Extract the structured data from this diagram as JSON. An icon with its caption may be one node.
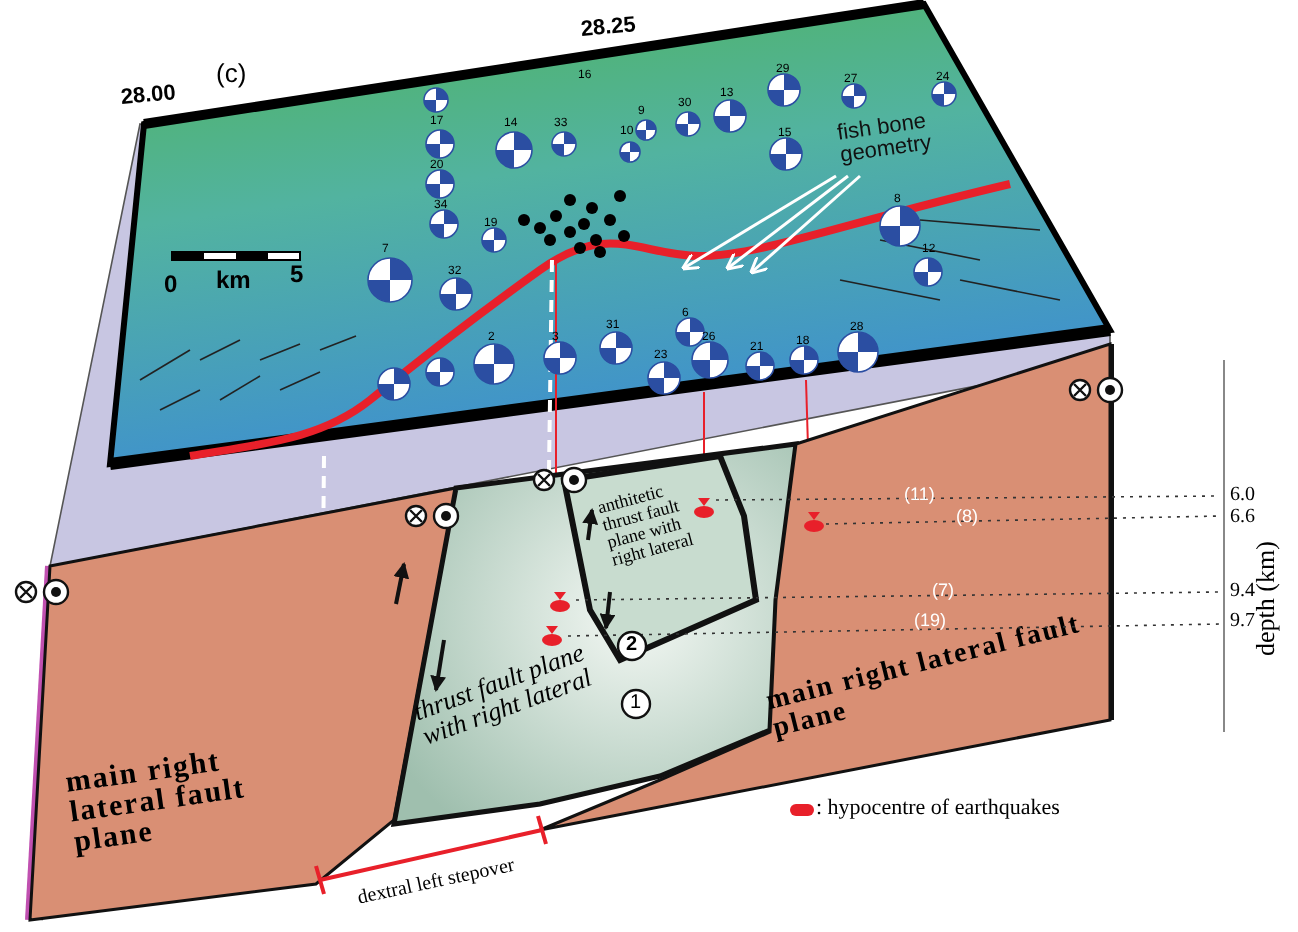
{
  "diagram": {
    "nodes": [
      {
        "text": [
          "main right lateral fault plane"
        ]
      },
      {
        "text": [
          "thrust fault plane with right lateral"
        ]
      },
      {
        "text": [
          "anthitetic thrust fault plane with right lateral"
        ],
        "in": 1
      },
      {
        "text": [
          "main right lateral fault plane"
        ]
      },
      {
        "text": [
          "fish bone geometry"
        ]
      }
    ],
    "edges": [
      {
        "from": 4,
        "to": null,
        "arrow": "to"
      },
      {
        "from": 4,
        "to": null,
        "arrow": "to"
      },
      {
        "from": 4,
        "to": null,
        "arrow": "to"
      }
    ],
    "labels": [
      "(c)",
      "28.25",
      "28.00",
      "16",
      "29",
      "27",
      "17",
      "14",
      "33",
      "9",
      "13",
      "30",
      "10",
      "24",
      "15",
      "20",
      "34",
      "19",
      "8",
      "7",
      "32",
      "12",
      "6",
      "31",
      "2",
      "3",
      "26",
      "23",
      "21",
      "18",
      "28",
      "0",
      "km",
      "5",
      "(11)",
      "6.0",
      "(8)",
      "6.6",
      "(7)",
      "9.4",
      "(19)",
      "9.7",
      "depth (km)",
      "2",
      "1",
      "dextral left stepover"
    ],
    "legend": [
      {
        "text": ": hypocentre of earthquakes"
      }
    ]
  }
}
